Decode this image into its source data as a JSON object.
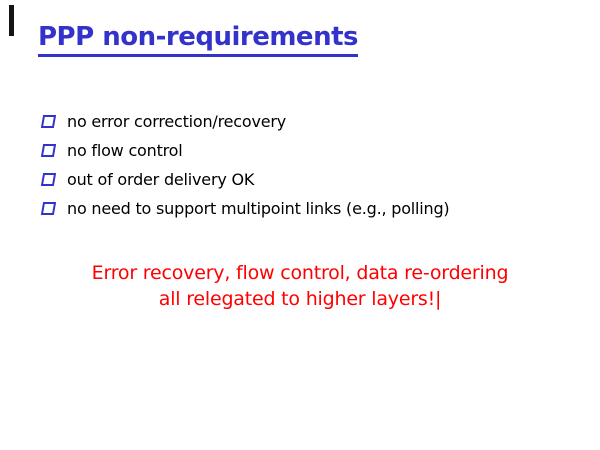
{
  "slide": {
    "title": "PPP non-requirements",
    "bullets": [
      "no error correction/recovery",
      "no flow control",
      "out of order delivery OK",
      "no need to support multipoint links (e.g., polling)"
    ],
    "note_lines": [
      "Error recovery, flow control, data re-ordering",
      "all relegated to higher layers!"
    ],
    "cursor": "|",
    "colors": {
      "title": "#3333cc",
      "bullet_icon": "#3333cc",
      "body_text": "#000000",
      "note_text": "#ff0000",
      "background": "#ffffff"
    }
  }
}
